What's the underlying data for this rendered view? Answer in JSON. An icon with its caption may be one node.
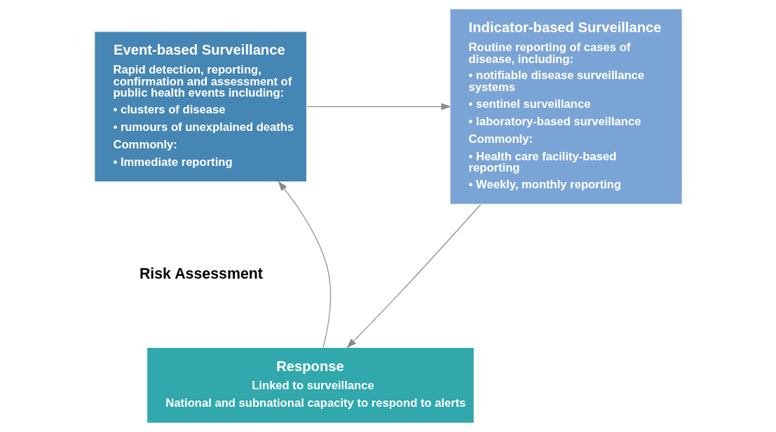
{
  "diagram": {
    "nodes": [
      {
        "text": [
          "Event-based Surveillance",
          "Rapid detection, reporting, confirmation and assessment of public health events including:",
          "• clusters of disease",
          "• rumours of unexplained deaths",
          "Commonly:",
          "• Immediate reporting"
        ]
      },
      {
        "text": [
          "Indicator-based Surveillance",
          "Routine reporting of cases of disease, including:",
          "• notifiable disease surveillance systems",
          "• sentinel surveillance",
          "• laboratory-based surveillance",
          "Commonly:",
          "• Health care facility-based reporting",
          "• Weekly, monthly reporting"
        ]
      },
      {
        "text": [
          "Response",
          "Linked to surveillance",
          "National and subnational capacity to respond to alerts"
        ]
      }
    ],
    "edges": [
      {
        "from": 0,
        "to": 1,
        "arrow": "to"
      },
      {
        "from": 1,
        "to": 2,
        "arrow": "to"
      },
      {
        "from": 2,
        "to": 0,
        "arrow": "to"
      }
    ],
    "labels": [
      "Risk Assessment"
    ]
  }
}
